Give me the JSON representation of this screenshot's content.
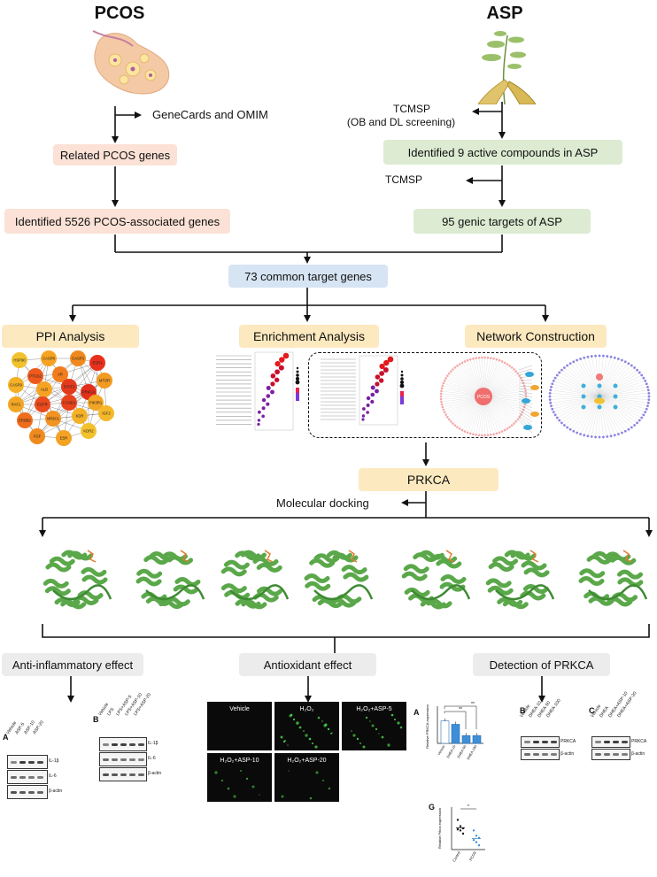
{
  "top": {
    "pcos_title": "PCOS",
    "asp_title": "ASP",
    "genecards": "GeneCards and OMIM",
    "related_pcos": "Related PCOS genes",
    "identified_pcos": "Identified 5526 PCOS-associated genes",
    "tcmsp1_line1": "TCMSP",
    "tcmsp1_line2": "(OB and DL screening)",
    "identified_asp": "Identified 9 active compounds in ASP",
    "tcmsp2": "TCMSP",
    "asp_targets": "95 genic targets of ASP",
    "common": "73 common target genes"
  },
  "analyses": {
    "ppi": "PPI Analysis",
    "enrichment": "Enrichment Analysis",
    "network": "Network Construction",
    "prkca": "PRKCA",
    "docking": "Molecular docking"
  },
  "ppi_nodes": [
    "HSP90",
    "CASP8",
    "CASP3",
    "ESR1",
    "MTOR",
    "AR",
    "PTGS2",
    "CASP9",
    "ALB",
    "STAT3",
    "PRKCA",
    "RAF1",
    "EGFR",
    "CCND1",
    "PIK3R1",
    "ERBB2",
    "NR3C1",
    "KDR",
    "IGF2",
    "FGF",
    "ESR",
    "KDR2"
  ],
  "network_center": "PCOS",
  "effects": {
    "anti": "Anti-inflammatory effect",
    "antiox": "Antioxidant effect",
    "detect": "Detection of PRKCA"
  },
  "panels": {
    "anti_a": {
      "letter": "A",
      "lanes": [
        "Vehicle",
        "ASP-5",
        "ASP-10",
        "ASP-20"
      ],
      "bands": [
        "IL-1β",
        "IL-6",
        "β-actin"
      ]
    },
    "anti_b": {
      "letter": "B",
      "lanes": [
        "Vehicle",
        "LPS",
        "LPS+ASP-5",
        "LPS+ASP-10",
        "LPS+ASP-20"
      ],
      "bands": [
        "IL-1β",
        "IL-6",
        "β-actin"
      ]
    },
    "micro": [
      "Vehicle",
      "H₂O₂",
      "H₂O₂+ASP-5",
      "H₂O₂+ASP-10",
      "H₂O₂+ASP-20"
    ],
    "det_a": {
      "letter": "A",
      "ylabel": "Relative PRKCA expression",
      "cats": [
        "Vehicle",
        "DHEA-10",
        "DHEA-50",
        "DHEA-100"
      ],
      "sig1": "**",
      "sig2": "**"
    },
    "det_b": {
      "letter": "B",
      "lanes": [
        "Vehicle",
        "DHEA-10",
        "DHEA-50",
        "DHEA-100"
      ],
      "bands": [
        "PRKCA",
        "β-actin"
      ]
    },
    "det_c": {
      "letter": "C",
      "lanes": [
        "Vehicle",
        "DHEA",
        "DHEA+ASP-10",
        "DHEA+ASP-20"
      ],
      "bands": [
        "PRKCA",
        "β-actin"
      ]
    },
    "det_g": {
      "letter": "G",
      "ylabel": "Relative Prkca expression",
      "cats": [
        "Control",
        "PCOS"
      ],
      "sig": "*"
    }
  },
  "colors": {
    "pink": "#fbe1d6",
    "green": "#dcebd2",
    "blue": "#d6e4f3",
    "yellow": "#fde9bf",
    "grey": "#ececec",
    "protein": "#5aa84a"
  },
  "chart_data": [
    {
      "type": "bar",
      "categories": [
        "Vehicle",
        "DHEA-10",
        "DHEA-50",
        "DHEA-100"
      ],
      "values": [
        1.0,
        0.85,
        0.35,
        0.35
      ],
      "ylim": [
        0,
        1.5
      ],
      "ylabel": "Relative PRKCA expression"
    },
    {
      "type": "scatter",
      "categories": [
        "Control",
        "PCOS"
      ],
      "series": [
        {
          "values": [
            1.4,
            1.1,
            1.0,
            0.95,
            0.9,
            0.75
          ]
        },
        {
          "values": [
            0.9,
            0.65,
            0.55,
            0.45,
            0.35,
            0.2
          ]
        }
      ],
      "ylim": [
        0,
        2.0
      ],
      "ylabel": "Relative Prkca expression"
    }
  ]
}
